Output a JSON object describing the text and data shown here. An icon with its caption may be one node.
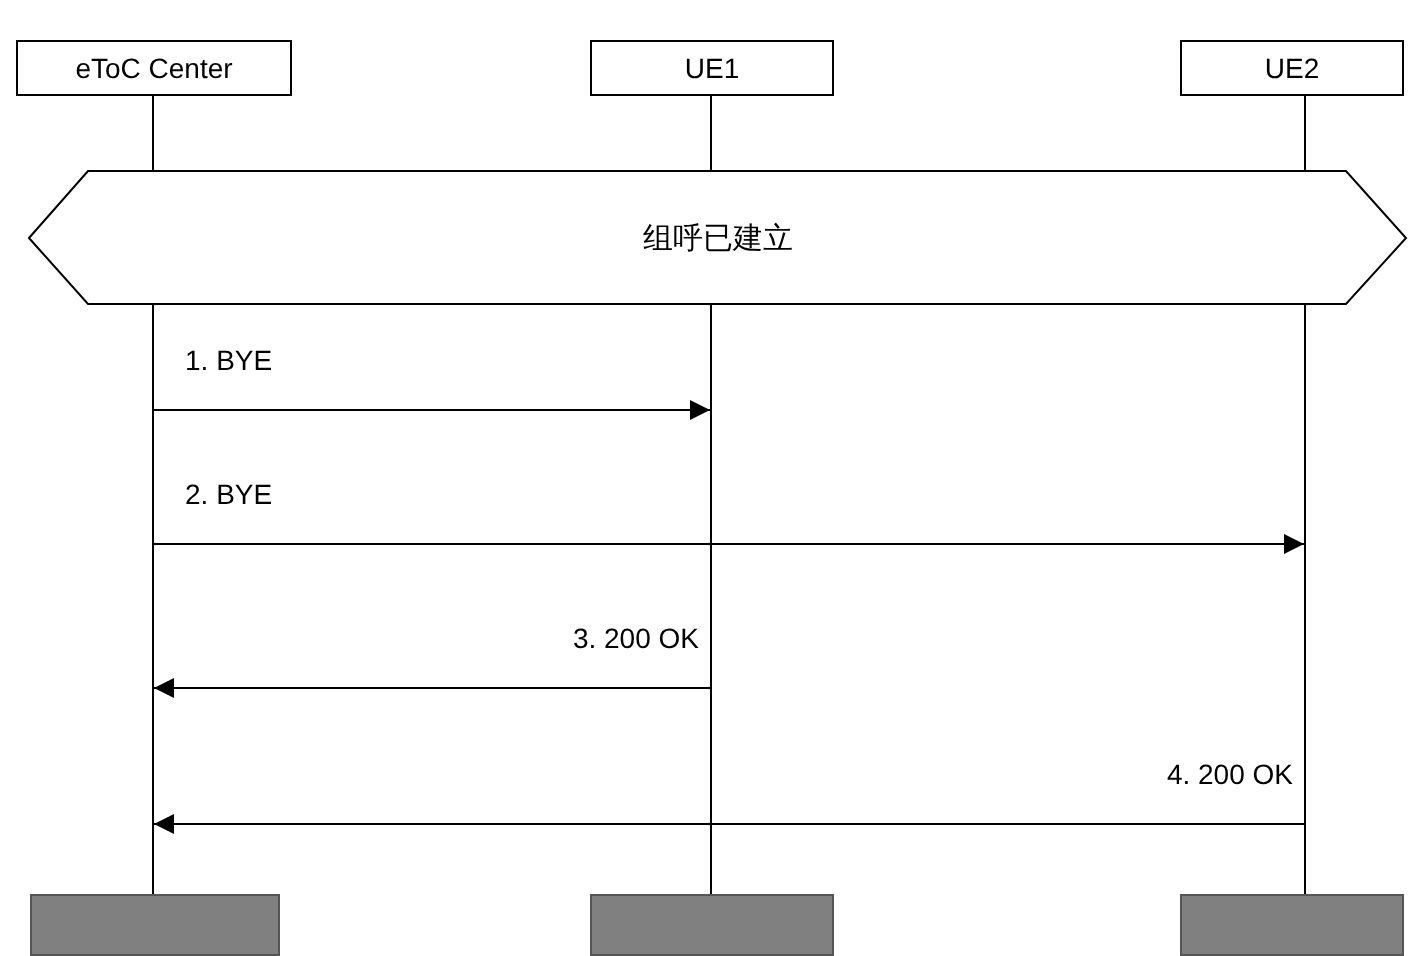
{
  "diagram": {
    "nodes": [
      {
        "text": [
          "eToC Center"
        ]
      },
      {
        "text": [
          "UE1"
        ]
      },
      {
        "text": [
          "UE2"
        ]
      },
      {
        "text": [
          "组呼已建立"
        ]
      },
      {
        "text": [],
        "shape": "line"
      },
      {
        "text": [],
        "shape": "line"
      },
      {
        "text": [],
        "shape": "line"
      },
      {
        "text": [],
        "shape": "bar"
      },
      {
        "text": [],
        "shape": "bar"
      },
      {
        "text": [],
        "shape": "bar"
      }
    ],
    "edges": [
      {
        "from": 4,
        "to": 5,
        "arrow": "to",
        "label": "1. BYE"
      },
      {
        "from": 4,
        "to": 6,
        "arrow": "to",
        "label": "2. BYE"
      },
      {
        "from": 5,
        "to": 4,
        "arrow": "to",
        "label": "3. 200 OK"
      },
      {
        "from": 6,
        "to": 4,
        "arrow": "to",
        "label": "4. 200 OK"
      }
    ]
  }
}
